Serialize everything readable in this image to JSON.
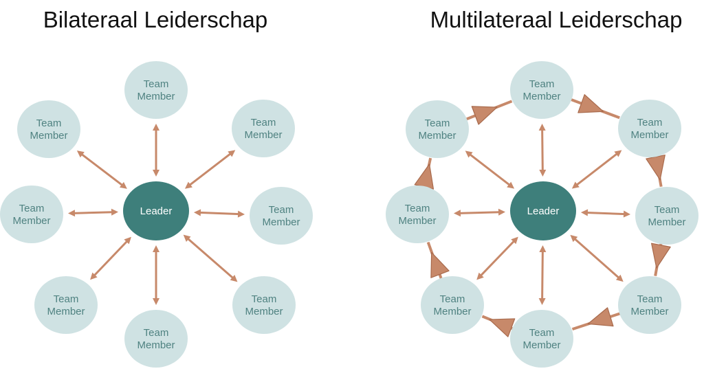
{
  "titles": {
    "bilateral": "Bilateraal Leiderschap",
    "multilateral": "Multilateraal Leiderschap"
  },
  "labels": {
    "leader": "Leader",
    "member_line1": "Team",
    "member_line2": "Member"
  },
  "colors": {
    "member_fill": "#cfe2e3",
    "member_text": "#4f8281",
    "leader_fill": "#3e7f7b",
    "leader_text": "#ffffff",
    "arrow": "#c7896a",
    "arrow_dark": "#a86a4c"
  },
  "diagrams": [
    {
      "id": "bilateral",
      "members": 8,
      "ring_arrows": false
    },
    {
      "id": "multilateral",
      "members": 8,
      "ring_arrows": true
    }
  ]
}
